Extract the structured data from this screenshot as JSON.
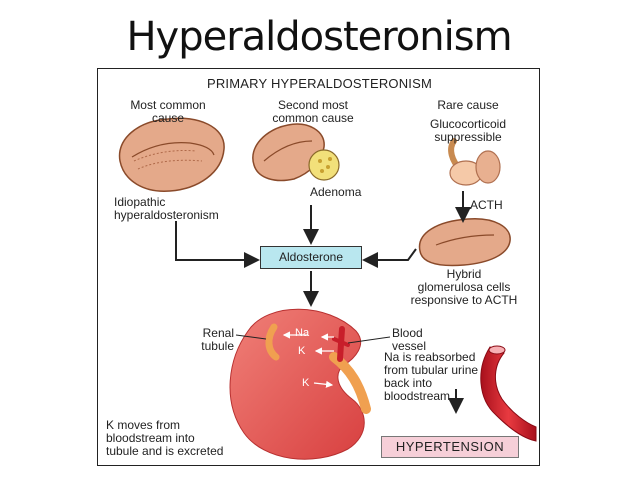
{
  "slide": {
    "title": "Hyperaldosteronism"
  },
  "diagram": {
    "header": "PRIMARY HYPERALDOSTERONISM",
    "causes": {
      "most_common": "Most common\ncause",
      "second": "Second most\ncommon cause",
      "rare": "Rare cause",
      "rare_detail": "Glucocorticoid\nsuppressible"
    },
    "labels": {
      "idiopathic": "Idiopathic\nhyperaldosteronism",
      "adenoma": "Adenoma",
      "acth": "ACTH",
      "hybrid": "Hybrid\nglomerulosa cells\nresponsive to ACTH",
      "aldosterone": "Aldosterone",
      "renal_tubule": "Renal\ntubule",
      "blood_vessel": "Blood\nvessel",
      "na": "Na",
      "k_upper": "K",
      "k_lower": "K",
      "na_reabsorbed": "Na is reabsorbed\nfrom tubular urine\nback into\nbloodstream",
      "k_excreted": "K moves from\nbloodstream into\ntubule and is excreted",
      "hypertension": "HYPERTENSION"
    },
    "colors": {
      "gland": "#e4a98a",
      "gland_line": "#8a4a2a",
      "kidney": "#e45a52",
      "tubule": "#f0a050",
      "vessel": "#c81e2a",
      "aldosterone_box": "#b9e7ef",
      "hypertension_box": "#f6cfd8"
    }
  }
}
